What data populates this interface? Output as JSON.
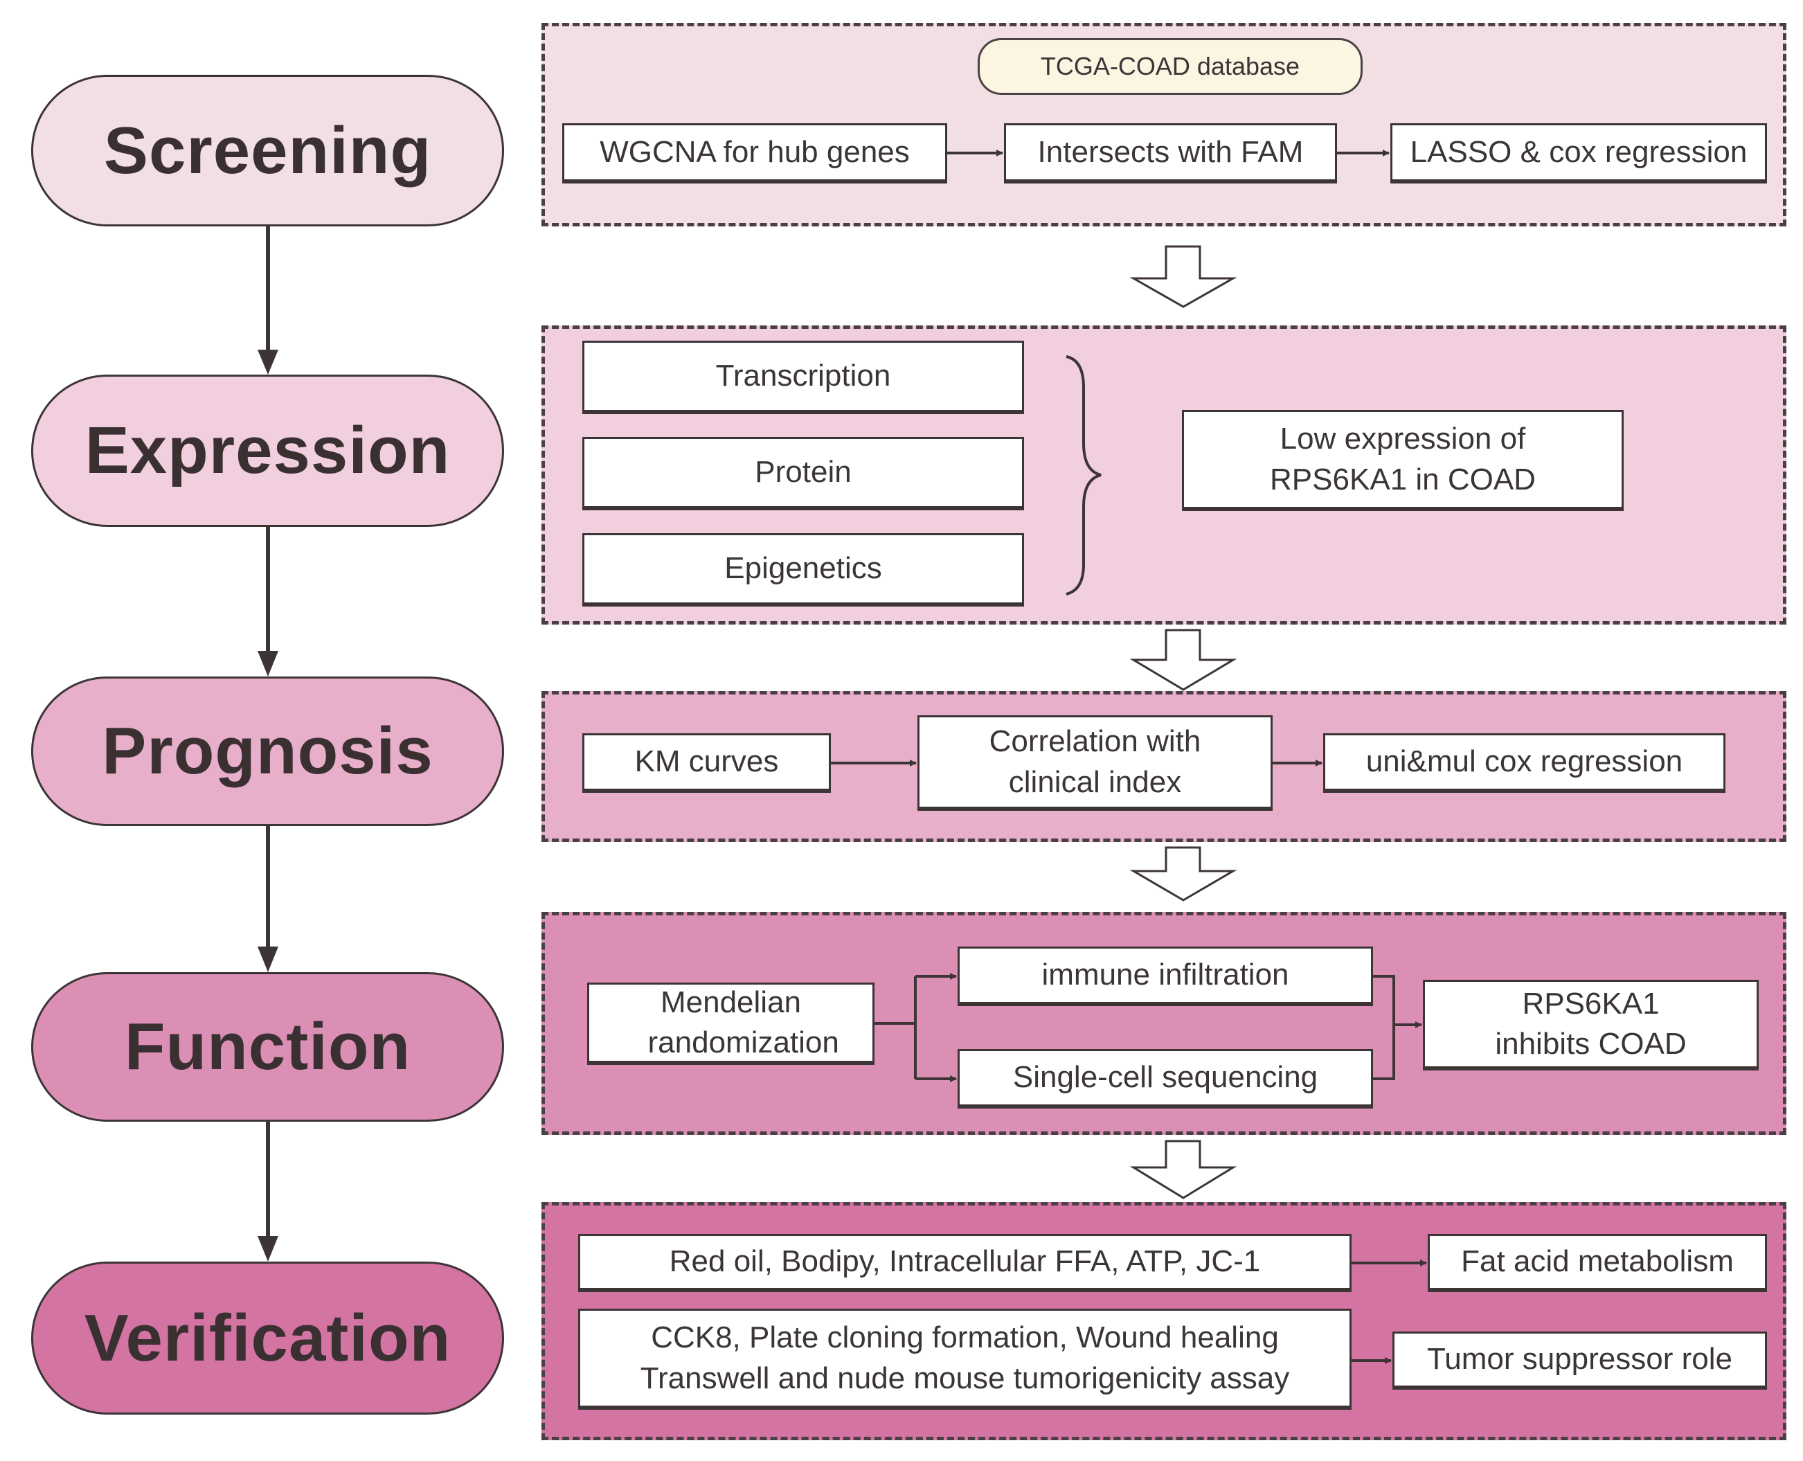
{
  "colors": {
    "screening": "#f2dfe4",
    "expression": "#f1cfdf",
    "prognosis": "#e8afcb",
    "function": "#dc8fb5",
    "verification": "#d374a3",
    "database": "#fbf5e1",
    "stroke": "#3d3436"
  },
  "stages": [
    {
      "id": "screening",
      "label": "Screening"
    },
    {
      "id": "expression",
      "label": "Expression"
    },
    {
      "id": "prognosis",
      "label": "Prognosis"
    },
    {
      "id": "function",
      "label": "Function"
    },
    {
      "id": "verification",
      "label": "Verification"
    }
  ],
  "screening": {
    "database": "TCGA-COAD database",
    "steps": [
      "WGCNA for hub genes",
      "Intersects with FAM",
      "LASSO & cox regression"
    ]
  },
  "expression": {
    "levels": [
      "Transcription",
      "Protein",
      "Epigenetics"
    ],
    "result": "Low expression of RPS6KA1 in COAD"
  },
  "prognosis": {
    "steps": [
      "KM curves",
      "Correlation with clinical index",
      "uni&mul cox regression"
    ]
  },
  "function": {
    "source": "Mendelian randomization",
    "branches": [
      "immune infiltration",
      "Single-cell sequencing"
    ],
    "result": "RPS6KA1 inhibits COAD"
  },
  "verification": {
    "assays": [
      "Red oil, Bodipy, Intracellular FFA, ATP, JC-1",
      "CCK8, Plate cloning formation, Wound healing Transwell and nude mouse tumorigenicity assay"
    ],
    "outcomes": [
      "Fat acid metabolism",
      "Tumor suppressor role"
    ]
  }
}
